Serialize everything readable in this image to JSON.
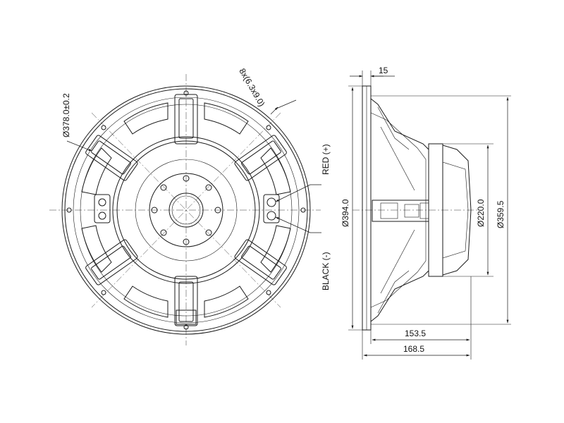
{
  "front_view": {
    "outer_diameter_label": "Ø378.0±0.2",
    "mounting_holes_label": "8x(6.3x9.0)",
    "red_terminal_label": "RED (+)",
    "black_terminal_label": "BLACK (-)"
  },
  "side_view": {
    "flange_thickness_label": "15",
    "overall_diameter_label": "Ø394.0",
    "magnet_diameter_label": "Ø220.0",
    "frame_diameter_label": "Ø359.5",
    "depth_label": "153.5",
    "overall_depth_label": "168.5"
  }
}
